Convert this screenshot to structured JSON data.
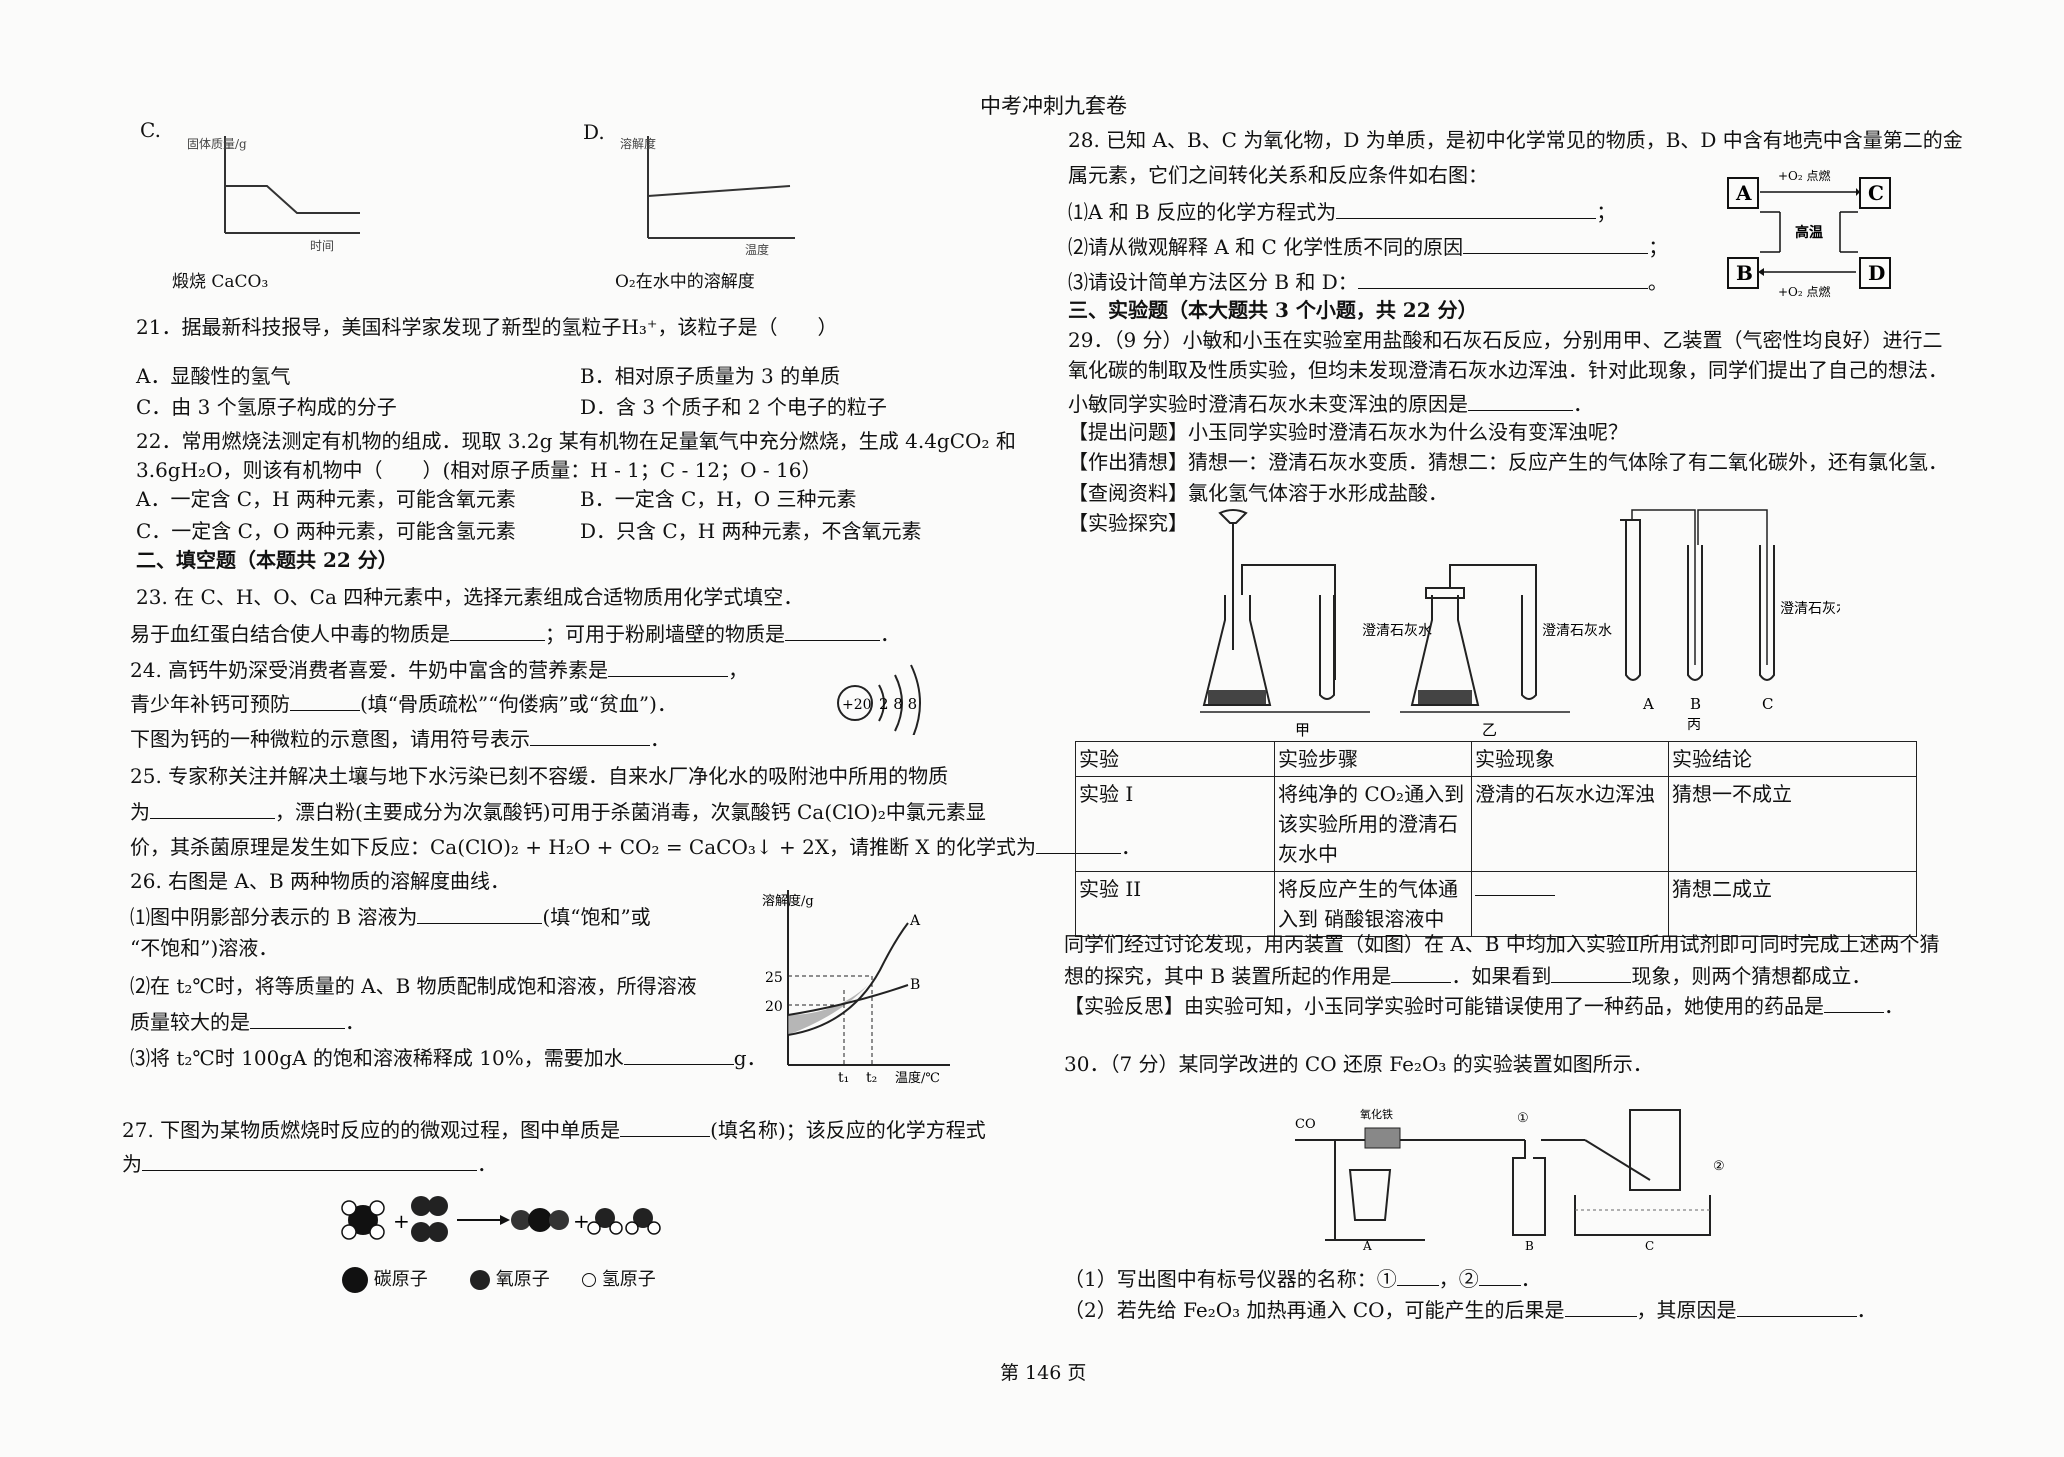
{
  "header": "中考冲刺九套卷",
  "footer": "第 146 页",
  "left": {
    "c_label": "C.",
    "d_label": "D.",
    "c_graph": {
      "ylabel": "固体质量/g",
      "xlabel": "时间"
    },
    "d_graph": {
      "ylabel": "溶解度",
      "xlabel": "温度"
    },
    "c_caption": "煅烧 CaCO₃",
    "d_caption": "O₂在水中的溶解度",
    "q21": "21．据最新科技报导，美国科学家发现了新型的氢粒子H₃⁺，该粒子是（　　）",
    "q21_a": "A．显酸性的氢气",
    "q21_b": "B．相对原子质量为 3 的单质",
    "q21_c": "C．由 3 个氢原子构成的分子",
    "q21_d": "D．含 3 个质子和 2 个电子的粒子",
    "q22_1": "22．常用燃烧法测定有机物的组成．现取 3.2g 某有机物在足量氧气中充分燃烧，生成 4.4gCO₂ 和",
    "q22_2": "3.6gH₂O，则该有机物中（　　）(相对原子质量：H - 1；C - 12；O - 16）",
    "q22_a": "A．一定含 C，H 两种元素，可能含氧元素",
    "q22_b": "B．一定含 C，H，O 三种元素",
    "q22_c": "C．一定含 C，O 两种元素，可能含氢元素",
    "q22_d": "D．只含 C，H 两种元素，不含氧元素",
    "sec2": "二、填空题（本题共 22 分）",
    "q23": "23. 在 C、H、O、Ca 四种元素中，选择元素组成合适物质用化学式填空．",
    "q23_a": "易于血红蛋白结合使人中毒的物质是",
    "q23_b": "；可用于粉刷墙壁的物质是",
    "q23_end": "．",
    "q24_1": "24. 高钙牛奶深受消费者喜爱．牛奶中富含的营养素是",
    "q24_1end": "，",
    "q24_2a": "青少年补钙可预防",
    "q24_2b": "(填“骨质疏松”“佝偻病”或“贫血”)．",
    "q24_3": "下图为钙的一种微粒的示意图，请用符号表示",
    "q24_3end": "．",
    "ion": {
      "nucleus": "+20",
      "shells": "2 8 8"
    },
    "q25_1": "25. 专家称关注并解决土壤与地下水污染已刻不容缓．自来水厂净化水的吸附池中所用的物质",
    "q25_2a": "为",
    "q25_2b": "，漂白粉(主要成分为次氯酸钙)可用于杀菌消毒，次氯酸钙 Ca(ClO)₂中氯元素显",
    "q25_3a": "价，其杀菌原理是发生如下反应：Ca(ClO)₂ + H₂O + CO₂ = CaCO₃↓ + 2X，请推断 X 的化学式为",
    "q25_3end": "．",
    "q26": "26. 右图是 A、B 两种物质的溶解度曲线．",
    "q26_1a": "⑴图中阴影部分表示的 B 溶液为",
    "q26_1b": "(填“饱和”或",
    "q26_1c": "“不饱和”)溶液．",
    "q26_2a": "⑵在 t₂℃时，将等质量的 A、B 物质配制成饱和溶液，所得溶液",
    "q26_2b": "质量较大的是",
    "q26_2end": "．",
    "q26_3a": "⑶将 t₂℃时 100gA 的饱和溶液稀释成 10%，需要加水",
    "q26_3end": "g．",
    "sol_graph": {
      "ylabel": "溶解度/g",
      "xlabel": "温度/℃",
      "y25": "25",
      "y20": "20",
      "t1": "t₁",
      "t2": "t₂",
      "curveA": "A",
      "curveB": "B"
    },
    "q27_1a": "27. 下图为某物质燃烧时反应的的微观过程，图中单质是",
    "q27_1b": "(填名称)；该反应的化学方程式",
    "q27_2": "为",
    "q27_2end": "．",
    "legend_c": "碳原子",
    "legend_o": "氧原子",
    "legend_h": "氢原子"
  },
  "right": {
    "q28_1": "28. 已知 A、B、C 为氧化物，D 为单质，是初中化学常见的物质，B、D 中含有地壳中含量第二的金",
    "q28_2": "属元素，它们之间转化关系和反应条件如右图：",
    "q28_a": "⑴A 和 B 反应的化学方程式为",
    "q28_b": "⑵请从微观解释 A 和 C 化学性质不同的原因",
    "q28_c": "⑶请设计简单方法区分 B 和 D：",
    "semi": "；",
    "dot": "。",
    "flow": {
      "A": "A",
      "B": "B",
      "C": "C",
      "D": "D",
      "top": "+O₂ 点燃",
      "mid": "高温",
      "bottom": "+O₂ 点燃"
    },
    "sec3": "三、实验题（本大题共 3 个小题，共 22 分）",
    "q29_1": "29．（9 分）小敏和小玉在实验室用盐酸和石灰石反应，分别用甲、乙装置（气密性均良好）进行二",
    "q29_2": "氧化碳的制取及性质实验，但均未发现澄清石灰水边浑浊．针对此现象，同学们提出了自己的想法．",
    "q29_3a": "小敏同学实验时澄清石灰水未变浑浊的原因是",
    "q29_3end": "．",
    "ask": "【提出问题】小玉同学实验时澄清石灰水为什么没有变浑浊呢？",
    "guess": "【作出猜想】猜想一：澄清石灰水变质．猜想二：反应产生的气体除了有二氧化碳外，还有氯化氢．",
    "data": "【查阅资料】氯化氢气体溶于水形成盐酸．",
    "explore": "【实验探究】",
    "app": {
      "limewater1": "澄清石灰水",
      "limewater2": "澄清石灰水",
      "limewater3": "澄清石灰水",
      "jia": "甲",
      "yi": "乙",
      "bing": "丙",
      "ta": "A",
      "tb": "B",
      "tc": "C"
    },
    "table_header": [
      "实验",
      "实验步骤",
      "实验现象",
      "实验结论"
    ],
    "row1": {
      "name": "实验 I",
      "step": "将纯净的 CO₂通入到该实验所用的澄清石灰水中",
      "phen": "澄清的石灰水边浑浊",
      "concl": "猜想一不成立"
    },
    "row2": {
      "name": "实验 II",
      "step": "将反应产生的气体通入到 硝酸银溶液中",
      "concl": "猜想二成立"
    },
    "q29_after1": "同学们经过讨论发现，用丙装置（如图）在 A、B 中均加入实验Ⅱ所用试剂即可同时完成上述两个猜",
    "q29_after2a": "想的探究，其中 B 装置所起的作用是",
    "q29_after2b": "．如果看到",
    "q29_after2c": "现象，则两个猜想都成立．",
    "reflect": "【实验反思】由实验可知，小玉同学实验时可能错误使用了一种药品，她使用的药品是",
    "reflect_end": "．",
    "q30": "30．（7 分）某同学改进的 CO 还原 Fe₂O₃ 的实验装置如图所示．",
    "q30_app": {
      "co": "CO",
      "fe": "氧化铁",
      "n1": "①",
      "n2": "②",
      "a": "A",
      "b": "B",
      "c": "C"
    },
    "q30_1a": "（1）写出图中有标号仪器的名称：①",
    "q30_1b": "，②",
    "q30_1end": "．",
    "q30_2a": "（2）若先给 Fe₂O₃ 加热再通入 CO，可能产生的后果是",
    "q30_2b": "，其原因是",
    "q30_2end": "．"
  }
}
